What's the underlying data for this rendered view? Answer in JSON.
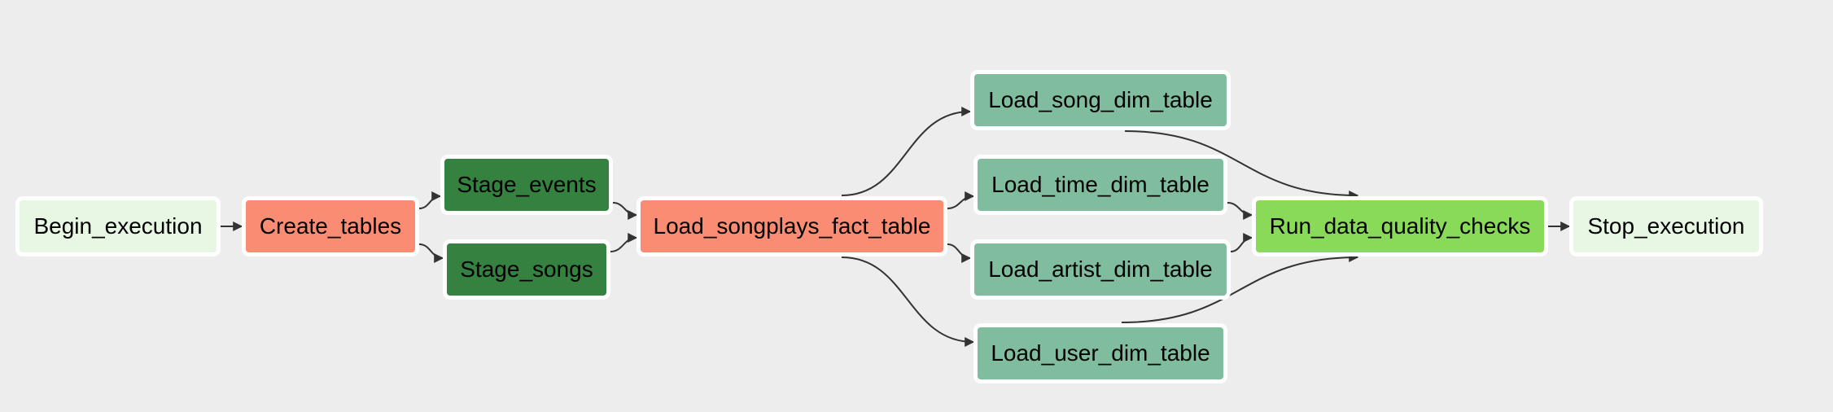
{
  "dag": {
    "tasks": [
      {
        "id": "begin_execution",
        "label": "Begin_execution",
        "color": "#e8f7e4"
      },
      {
        "id": "create_tables",
        "label": "Create_tables",
        "color": "#fa8c73"
      },
      {
        "id": "stage_events",
        "label": "Stage_events",
        "color": "#358140"
      },
      {
        "id": "stage_songs",
        "label": "Stage_songs",
        "color": "#358140"
      },
      {
        "id": "load_songplays_fact_table",
        "label": "Load_songplays_fact_table",
        "color": "#fa8c73"
      },
      {
        "id": "load_song_dim_table",
        "label": "Load_song_dim_table",
        "color": "#80bd9e"
      },
      {
        "id": "load_time_dim_table",
        "label": "Load_time_dim_table",
        "color": "#80bd9e"
      },
      {
        "id": "load_artist_dim_table",
        "label": "Load_artist_dim_table",
        "color": "#80bd9e"
      },
      {
        "id": "load_user_dim_table",
        "label": "Load_user_dim_table",
        "color": "#80bd9e"
      },
      {
        "id": "run_data_quality_checks",
        "label": "Run_data_quality_checks",
        "color": "#89da59"
      },
      {
        "id": "stop_execution",
        "label": "Stop_execution",
        "color": "#e8f7e4"
      }
    ],
    "edges": [
      [
        "begin_execution",
        "create_tables"
      ],
      [
        "create_tables",
        "stage_events"
      ],
      [
        "create_tables",
        "stage_songs"
      ],
      [
        "stage_events",
        "load_songplays_fact_table"
      ],
      [
        "stage_songs",
        "load_songplays_fact_table"
      ],
      [
        "load_songplays_fact_table",
        "load_song_dim_table"
      ],
      [
        "load_songplays_fact_table",
        "load_time_dim_table"
      ],
      [
        "load_songplays_fact_table",
        "load_artist_dim_table"
      ],
      [
        "load_songplays_fact_table",
        "load_user_dim_table"
      ],
      [
        "load_song_dim_table",
        "run_data_quality_checks"
      ],
      [
        "load_time_dim_table",
        "run_data_quality_checks"
      ],
      [
        "load_artist_dim_table",
        "run_data_quality_checks"
      ],
      [
        "load_user_dim_table",
        "run_data_quality_checks"
      ],
      [
        "run_data_quality_checks",
        "stop_execution"
      ]
    ]
  }
}
